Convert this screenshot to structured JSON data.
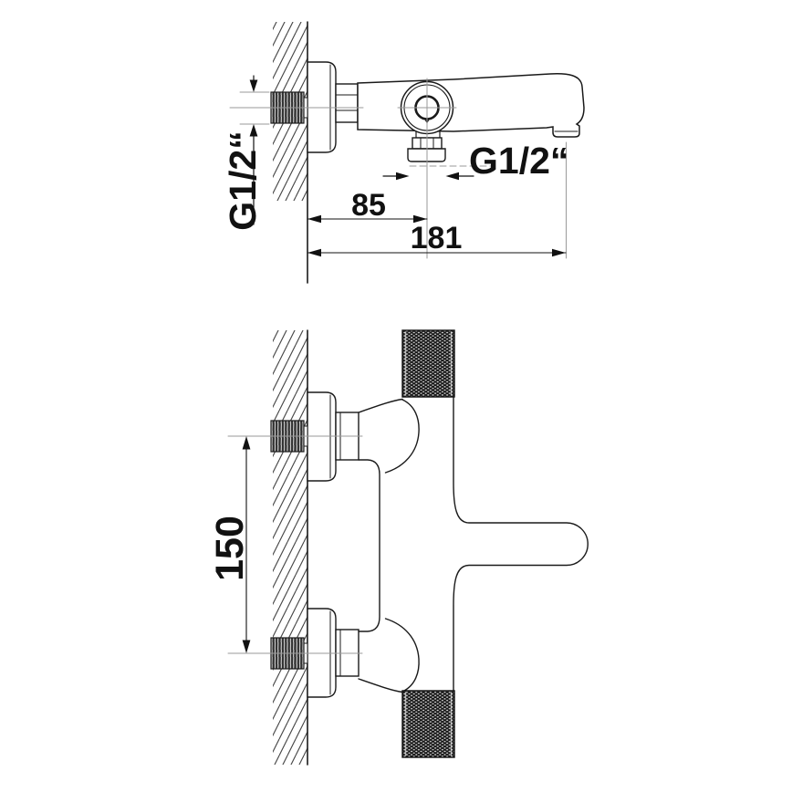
{
  "page": {
    "background": "#ffffff",
    "description": "Technical dimension drawing of a wall-mounted single-lever bath/shower mixer tap: side elevation (top) and plan view (bottom)."
  },
  "colors": {
    "line": "#1a1a1a",
    "dimension": "#111111",
    "centerline": "#9a9a9a",
    "background": "#ffffff"
  },
  "side_view": {
    "name": "side elevation",
    "wall_thread_label": "G1/2“",
    "outlet_thread_label": "G1/2“",
    "dim_wall_to_shower_outlet": "85",
    "dim_wall_to_spout_outlet": "181"
  },
  "plan_view": {
    "name": "plan view",
    "dim_connection_spacing": "150"
  }
}
